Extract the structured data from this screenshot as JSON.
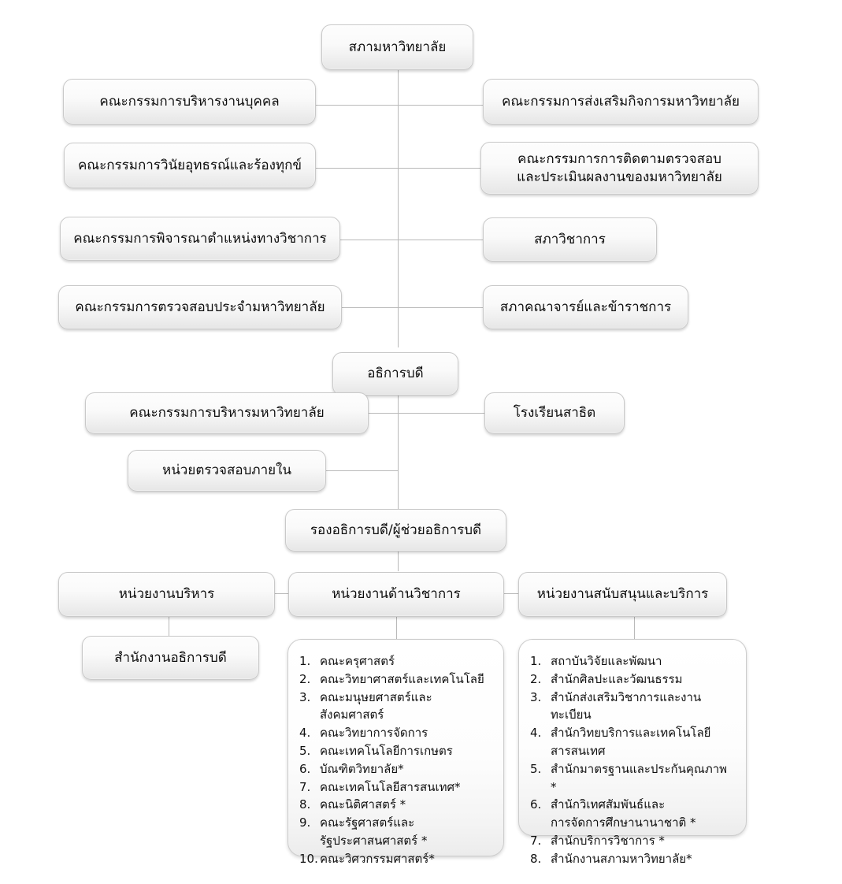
{
  "chart_title": "",
  "colors": {
    "box_border": "#c9c9c9",
    "box_fill_top": "#fdfdfd",
    "box_fill_bottom": "#e6e6e6",
    "connector": "#b9b9b9",
    "text": "#0d0d0d",
    "background": "#ffffff"
  },
  "nodes": {
    "council": "สภามหาวิทยาลัย",
    "left_col": [
      "คณะกรรมการบริหารงานบุคคล",
      "คณะกรรมการวินัยอุทธรณ์และร้องทุกข์",
      "คณะกรรมการพิจารณาตำแหน่งทางวิชาการ",
      "คณะกรรมการตรวจสอบประจำมหาวิทยาลัย"
    ],
    "right_col": [
      "คณะกรรมการส่งเสริมกิจการมหาวิทยาลัย",
      "คณะกรรมการการติดตามตรวจสอบ\nและประเมินผลงานของมหาวิทยาลัย",
      "สภาวิชาการ",
      "สภาคณาจารย์และข้าราชการ"
    ],
    "president": "อธิการบดี",
    "president_left": [
      "คณะกรรมการบริหารมหาวิทยาลัย",
      "หน่วยตรวจสอบภายใน"
    ],
    "president_right": "โรงเรียนสาธิต",
    "vice_president": "รองอธิการบดี/ผู้ช่วยอธิการบดี",
    "divisions": [
      "หน่วยงานบริหาร",
      "หน่วยงานด้านวิชาการ",
      "หน่วยงานสนับสนุนและบริการ"
    ],
    "admin_office": "สำนักงานอธิการบดี"
  },
  "academic_units": [
    {
      "num": "1.",
      "text": "คณะครุศาสตร์"
    },
    {
      "num": "2.",
      "text": "คณะวิทยาศาสตร์และเทคโนโลยี"
    },
    {
      "num": "3.",
      "text": " คณะมนุษยศาสตร์และสังคมศาสตร์"
    },
    {
      "num": "4.",
      "text": "คณะวิทยาการจัดการ"
    },
    {
      "num": "5.",
      "text": "คณะเทคโนโลยีการเกษตร"
    },
    {
      "num": "6.",
      "text": "บัณฑิตวิทยาลัย*"
    },
    {
      "num": "7.",
      "text": "คณะเทคโนโลยีสารสนเทศ*"
    },
    {
      "num": "8.",
      "text": "คณะนิติศาสตร์ *"
    },
    {
      "num": "9.",
      "text": "คณะรัฐศาสตร์และรัฐประศาสนศาสตร์ *"
    },
    {
      "num": "10.",
      "text": "คณะวิศวกรรมศาสตร์*"
    }
  ],
  "support_units": [
    {
      "num": "1.",
      "text": "สถาบันวิจัยและพัฒนา"
    },
    {
      "num": "2.",
      "text": "สำนักศิลปะและวัฒนธรรม"
    },
    {
      "num": "3.",
      "text": "สำนักส่งเสริมวิชาการและงานทะเบียน"
    },
    {
      "num": "4.",
      "text": " สำนักวิทยบริการและเทคโนโลยีสารสนเทศ"
    },
    {
      "num": "5.",
      "text": "สำนักมาตรฐานและประกันคุณภาพ *"
    },
    {
      "num": "6.",
      "text": "สำนักวิเทศสัมพันธ์และ\n  การจัดการศึกษานานาชาติ *"
    },
    {
      "num": "7.",
      "text": "สำนักบริการวิชาการ *"
    },
    {
      "num": "8.",
      "text": "สำนักงานสภามหาวิทยาลัย*"
    }
  ]
}
